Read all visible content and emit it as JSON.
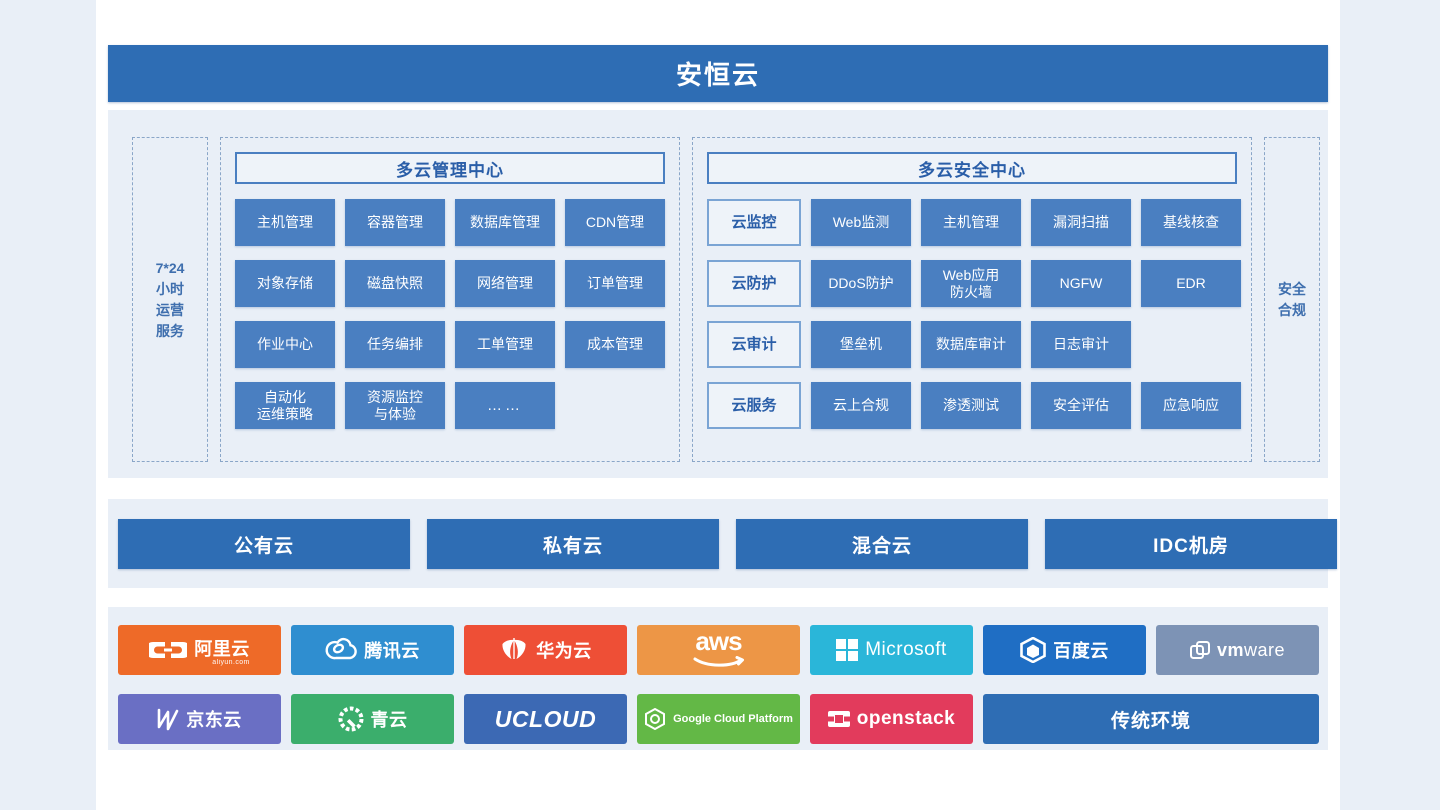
{
  "header": {
    "title": "安恒云"
  },
  "ops_column": {
    "lines": [
      "7*24",
      "小时",
      "运营",
      "服务"
    ]
  },
  "compliance_column": {
    "lines": [
      "安全",
      "合规"
    ]
  },
  "management_center": {
    "title": "多云管理中心",
    "tiles": [
      "主机管理",
      "容器管理",
      "数据库管理",
      "CDN管理",
      "对象存储",
      "磁盘快照",
      "网络管理",
      "订单管理",
      "作业中心",
      "任务编排",
      "工单管理",
      "成本管理",
      "自动化\n运维策略",
      "资源监控\n与体验",
      "……"
    ]
  },
  "security_center": {
    "title": "多云安全中心",
    "rows": [
      {
        "category": "云监控",
        "items": [
          "Web监测",
          "主机管理",
          "漏洞扫描",
          "基线核查"
        ]
      },
      {
        "category": "云防护",
        "items": [
          "DDoS防护",
          "Web应用\n防火墙",
          "NGFW",
          "EDR"
        ]
      },
      {
        "category": "云审计",
        "items": [
          "堡垒机",
          "数据库审计",
          "日志审计"
        ]
      },
      {
        "category": "云服务",
        "items": [
          "云上合规",
          "渗透测试",
          "安全评估",
          "应急响应"
        ]
      }
    ]
  },
  "cloud_types": [
    "公有云",
    "私有云",
    "混合云",
    "IDC机房"
  ],
  "vendors": [
    {
      "name": "阿里云",
      "sub": "aliyun.com",
      "color": "#ee6a28",
      "icon": "aliyun-icon"
    },
    {
      "name": "腾讯云",
      "sub": "",
      "color": "#2f8ed0",
      "icon": "tencent-cloud-icon"
    },
    {
      "name": "华为云",
      "sub": "",
      "color": "#ee4f36",
      "icon": "huawei-icon"
    },
    {
      "name": "aws",
      "sub": "",
      "color": "#ed9646",
      "icon": "aws-icon"
    },
    {
      "name": "Microsoft",
      "sub": "",
      "color": "#2ab6d9",
      "icon": "microsoft-icon"
    },
    {
      "name": "百度云",
      "sub": "",
      "color": "#1f6ec4",
      "icon": "baidu-icon"
    },
    {
      "name": "vmware",
      "sub": "",
      "color": "#7d93b5",
      "icon": "vmware-icon"
    },
    {
      "name": "京东云",
      "sub": "",
      "color": "#6a6fc4",
      "icon": "jd-cloud-icon"
    },
    {
      "name": "青云",
      "sub": "",
      "color": "#3bae6c",
      "icon": "qingcloud-icon"
    },
    {
      "name": "UCLOUD",
      "sub": "",
      "color": "#3c69b4",
      "icon": "ucloud-icon"
    },
    {
      "name": "Google Cloud Platform",
      "sub": "",
      "color": "#63b846",
      "icon": "gcp-icon"
    },
    {
      "name": "openstack",
      "sub": "",
      "color": "#e23b5c",
      "icon": "openstack-icon"
    },
    {
      "name": "传统环境",
      "sub": "",
      "color": "#2e6db4",
      "icon": ""
    }
  ],
  "colors": {
    "brand_blue": "#2e6db4",
    "tile_blue": "#4a7fc1",
    "panel_bg": "#e9eff7",
    "page_bg": "#e9eff7",
    "dashed_border": "#8aa6c8",
    "ghost_border": "#7aa4d4",
    "text_blue": "#2a5ea8"
  }
}
